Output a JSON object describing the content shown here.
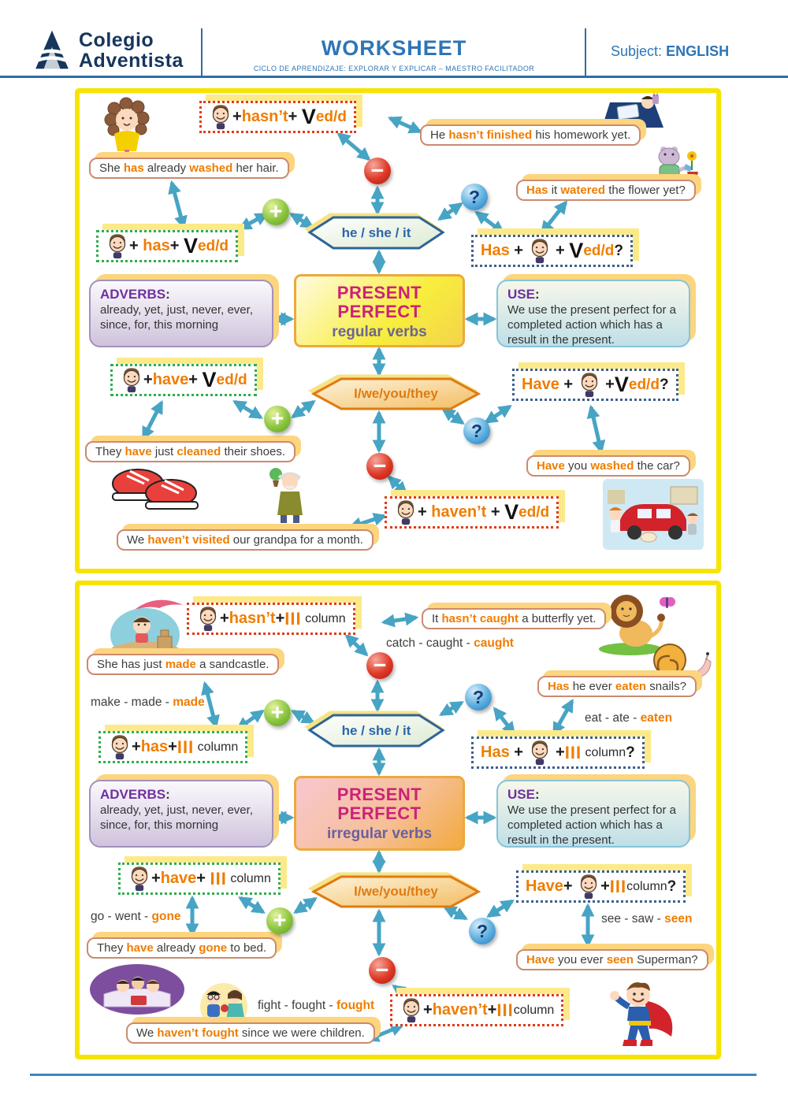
{
  "header": {
    "logo_line1": "Colegio",
    "logo_line2": "Adventista",
    "title": "WORKSHEET",
    "subtitle": "CICLO DE APRENDIZAJE: EXPLORAR Y EXPLICAR – MAESTRO FACILITADOR",
    "subject_label": "Subject:",
    "subject_value": "ENGLISH"
  },
  "icons": {
    "plus": "+",
    "minus": "−",
    "question": "?"
  },
  "colors": {
    "accent_orange": "#ef7d00",
    "panel_border": "#f6e400",
    "arrow": "#47a4c4",
    "title_blue": "#2e75b6",
    "magenta": "#cc2277"
  },
  "d1": {
    "center": {
      "l1": "PRESENT",
      "l2": "PERFECT",
      "sub": "regular verbs"
    },
    "hex3": "he / she / it",
    "hex1": "I/we/you/they",
    "adverbs": {
      "h": "ADVERBS",
      "c": ":",
      "body": "already, yet, just, never, ever, since, for, this morning"
    },
    "use": {
      "h": "USE",
      "c": ":",
      "body": "We use the present perfect for a completed action which has a result in the present."
    },
    "f_neg3": {
      "p1": "+",
      "w": "hasn’t",
      "p2": "+ ",
      "v": "V",
      "t": "ed/d"
    },
    "f_pos3": {
      "p1": "+ ",
      "w": "has",
      "p2": "+ ",
      "v": "V",
      "t": "ed/d"
    },
    "f_q3": {
      "w": "Has",
      "p1": " + ",
      "p2": " + ",
      "v": "V",
      "t": "ed/d",
      "q": "?"
    },
    "f_pos1": {
      "p1": "+",
      "w": "have",
      "p2": "+ ",
      "v": "V",
      "t": "ed/d"
    },
    "f_q1": {
      "w": "Have",
      "p1": " + ",
      "p2": " +",
      "v": "V",
      "t": "ed/d",
      "q": "?"
    },
    "f_neg1": {
      "p1": "+ ",
      "w": "haven’t",
      "p2": " + ",
      "v": "V",
      "t": "ed/d"
    },
    "s_washed": [
      "She ",
      "has",
      " already ",
      "washed",
      " her hair."
    ],
    "s_finished": [
      "He ",
      "hasn’t finished",
      " his homework yet.",
      "",
      ""
    ],
    "s_watered": [
      "",
      "Has",
      " it ",
      "watered",
      " the flower yet?"
    ],
    "s_cleaned": [
      "They ",
      "have",
      " just ",
      "cleaned",
      " their shoes."
    ],
    "s_car": [
      "",
      "Have",
      " you ",
      "washed",
      " the car?"
    ],
    "s_grandpa": [
      "We ",
      "haven’t visited",
      " our grandpa for a month.",
      "",
      ""
    ]
  },
  "d2": {
    "center": {
      "l1": "PRESENT",
      "l2": "PERFECT",
      "sub": "irregular verbs"
    },
    "hex3": "he / she / it",
    "hex1": "I/we/you/they",
    "adverbs": {
      "h": "ADVERBS",
      "c": ":",
      "body": "already, yet, just, never, ever, since, for, this morning"
    },
    "use": {
      "h": "USE",
      "c": ":",
      "body": "We use the present perfect for a completed action which has a result in the present."
    },
    "f_neg3": {
      "p1": "+",
      "w": "hasn’t",
      "p2": "+",
      "v": "III",
      "t": " column"
    },
    "f_pos3": {
      "p1": "+",
      "w": "has",
      "p2": "+",
      "v": "III",
      "t": " column"
    },
    "f_q3": {
      "w": "Has",
      "p1": " + ",
      "p2": " +",
      "v": "III",
      "t": " column",
      "q": "?"
    },
    "f_pos1": {
      "p1": "+",
      "w": "have",
      "p2": "+ ",
      "v": "III",
      "t": " column"
    },
    "f_q1": {
      "w": "Have",
      "p1": "+ ",
      "p2": "+",
      "v": "III",
      "t": "column",
      "q": "?"
    },
    "f_neg1": {
      "p1": "+",
      "w": "haven’t",
      "p2": "+",
      "v": "III",
      "t": "column"
    },
    "s_sandcastle": [
      "She has just ",
      "made",
      " a sandcastle.",
      "",
      ""
    ],
    "s_butterfly": [
      "It ",
      "hasn’t caught",
      " a butterfly yet.",
      "",
      ""
    ],
    "s_snails": [
      "",
      "Has",
      " he ever ",
      "eaten",
      " snails?"
    ],
    "s_bed": [
      "They ",
      "have",
      " already ",
      "gone",
      " to bed."
    ],
    "s_superman": [
      "",
      "Have",
      " you ever ",
      "seen",
      " Superman?"
    ],
    "s_fought": [
      "We ",
      "haven’t fought",
      " since we were children.",
      "",
      ""
    ],
    "vt_catch": [
      "catch - caught - ",
      "caught"
    ],
    "vt_make": [
      "make - made - ",
      "made"
    ],
    "vt_eat": [
      "eat - ate - ",
      "eaten"
    ],
    "vt_go": [
      "go - went - ",
      "gone"
    ],
    "vt_see": [
      "see - saw - ",
      "seen"
    ],
    "vt_fight": [
      "fight - fought - ",
      "fought"
    ]
  }
}
